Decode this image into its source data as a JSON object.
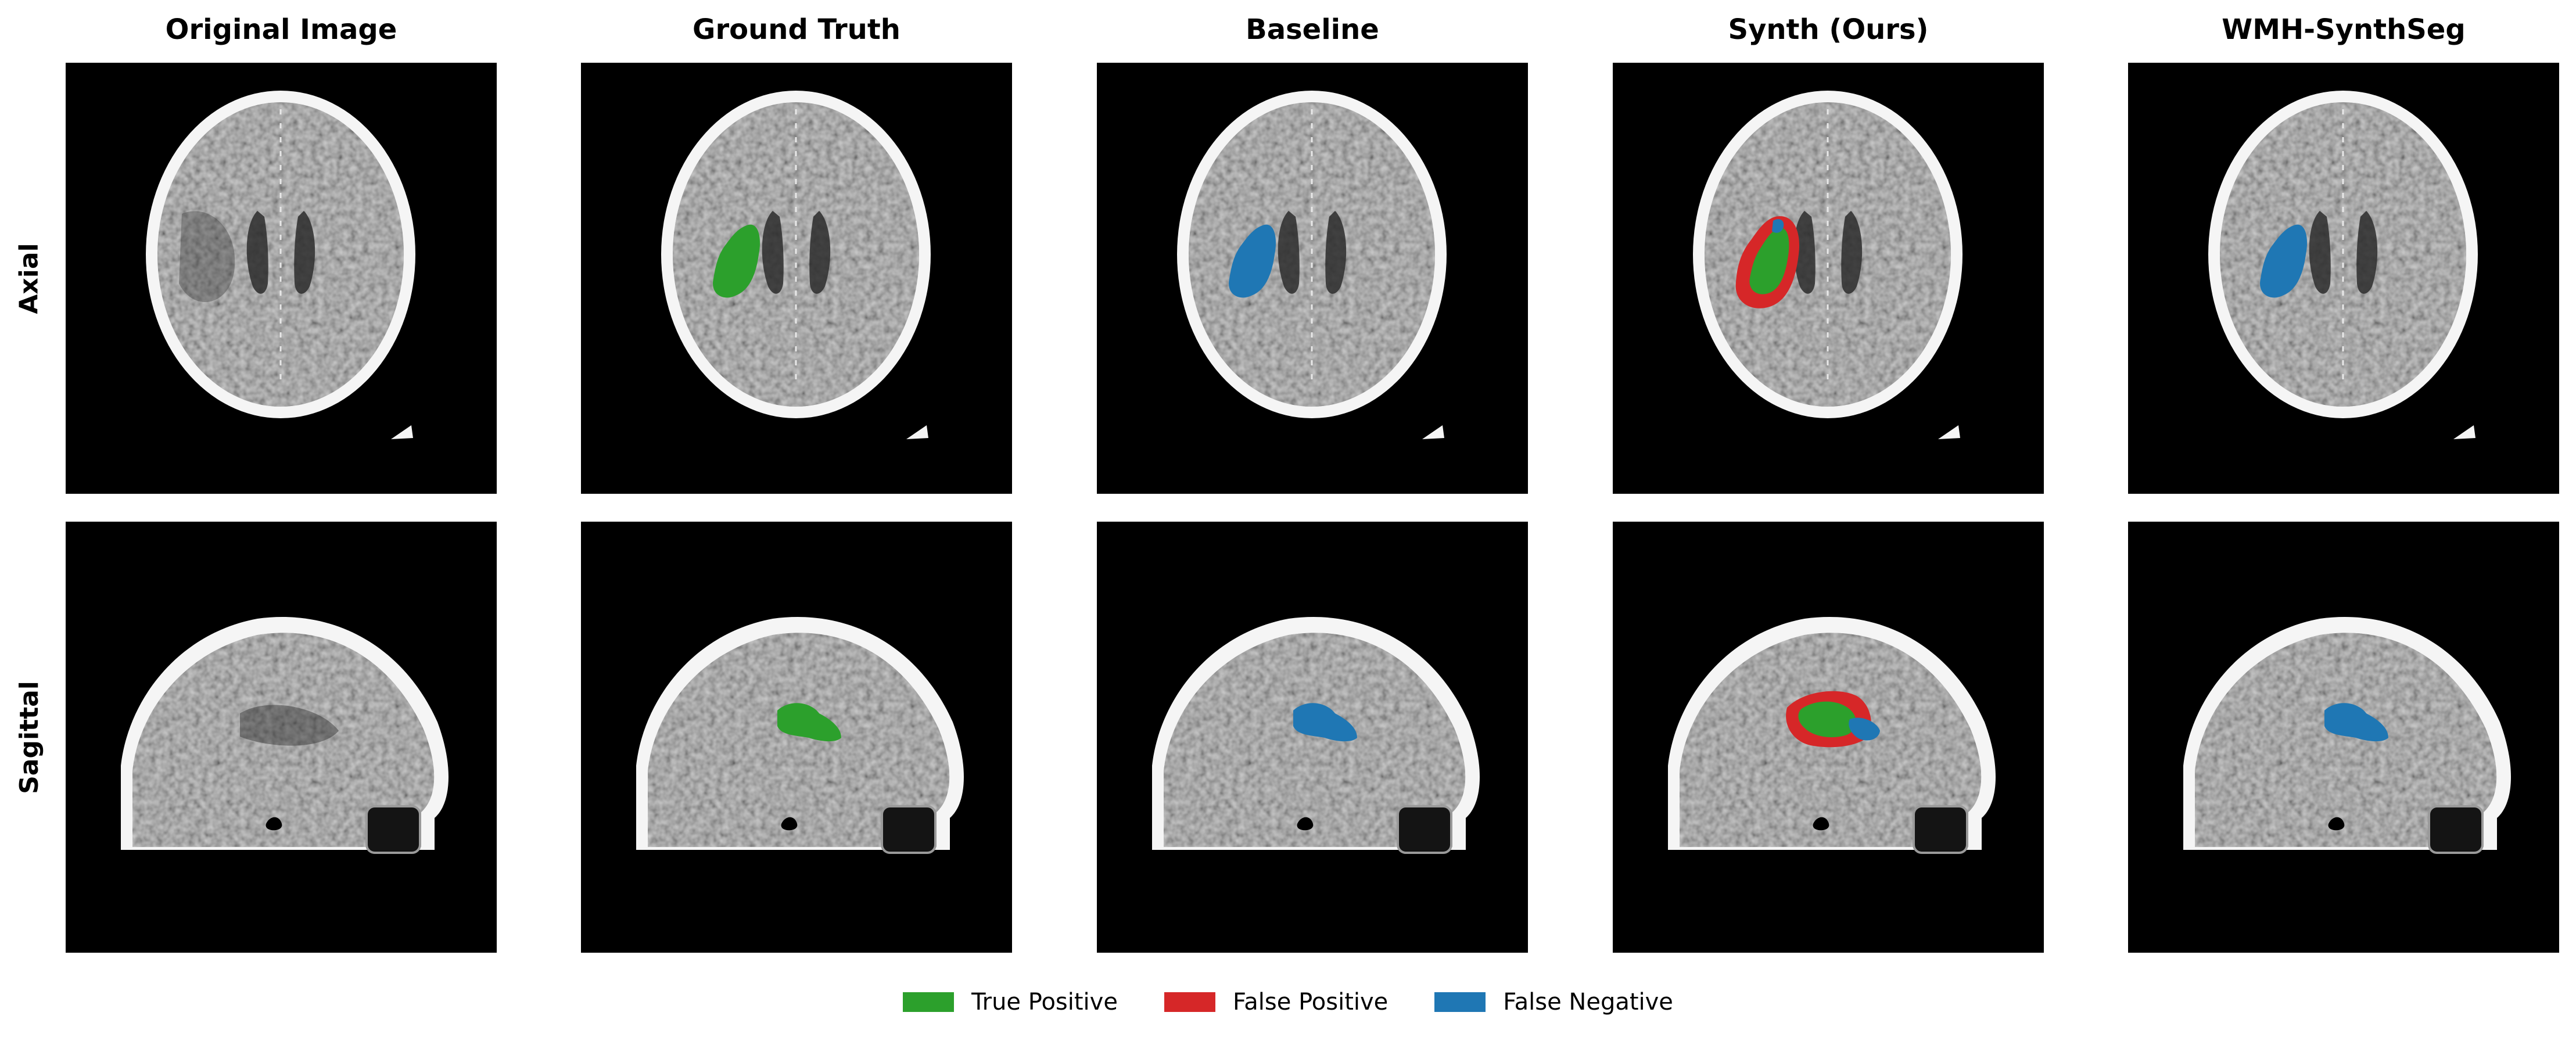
{
  "columns": [
    "Original Image",
    "Ground Truth",
    "Baseline",
    "Synth (Ours)",
    "WMH-SynthSeg"
  ],
  "rows": [
    "Axial",
    "Sagittal"
  ],
  "legend": [
    {
      "label": "True Positive",
      "color": "#2ca02c"
    },
    {
      "label": "False Positive",
      "color": "#d62728"
    },
    {
      "label": "False Negative",
      "color": "#1f77b4"
    }
  ],
  "overlays": {
    "original": [],
    "ground_truth": [
      "true-positive"
    ],
    "baseline": [
      "false-negative"
    ],
    "synth": [
      "false-positive",
      "true-positive",
      "false-negative"
    ],
    "wmh_synthseg": [
      "false-negative"
    ]
  }
}
